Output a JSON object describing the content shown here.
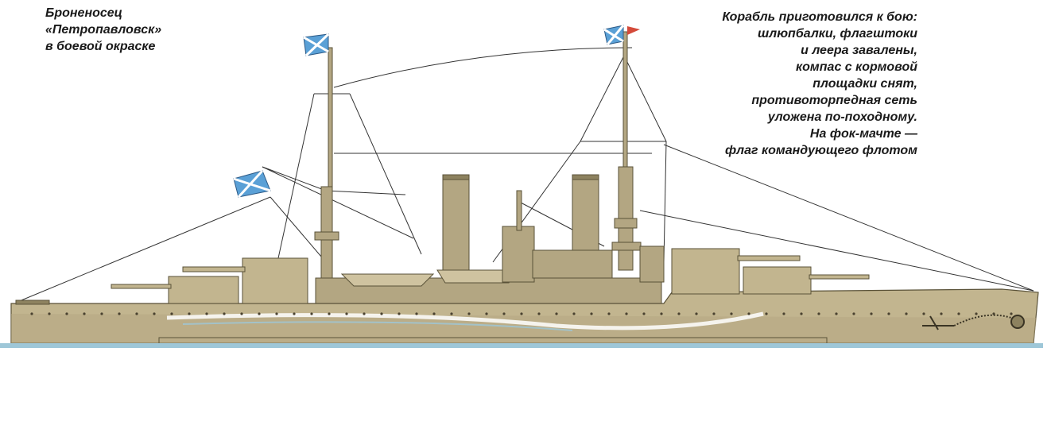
{
  "caption_left": {
    "lines": [
      "Броненосец",
      "«Петропавловск»",
      "в боевой окраске"
    ]
  },
  "caption_right": {
    "lines": [
      "Корабль приготовился к бою:",
      "шлюпбалки, флагштоки",
      "и леера завалены,",
      "компас с кормовой",
      "площадки снят,",
      "противоторпедная сеть",
      "уложена по-походному.",
      "На фок-мачте —",
      "флаг командующего флотом"
    ]
  },
  "colors": {
    "hull": "#c2b58f",
    "hull_dark": "#8d825f",
    "superstructure": "#b3a682",
    "waterline": "#9ec7d8",
    "ensign_blue": "#5aa0d6",
    "command_flag": "#d44a3a"
  }
}
